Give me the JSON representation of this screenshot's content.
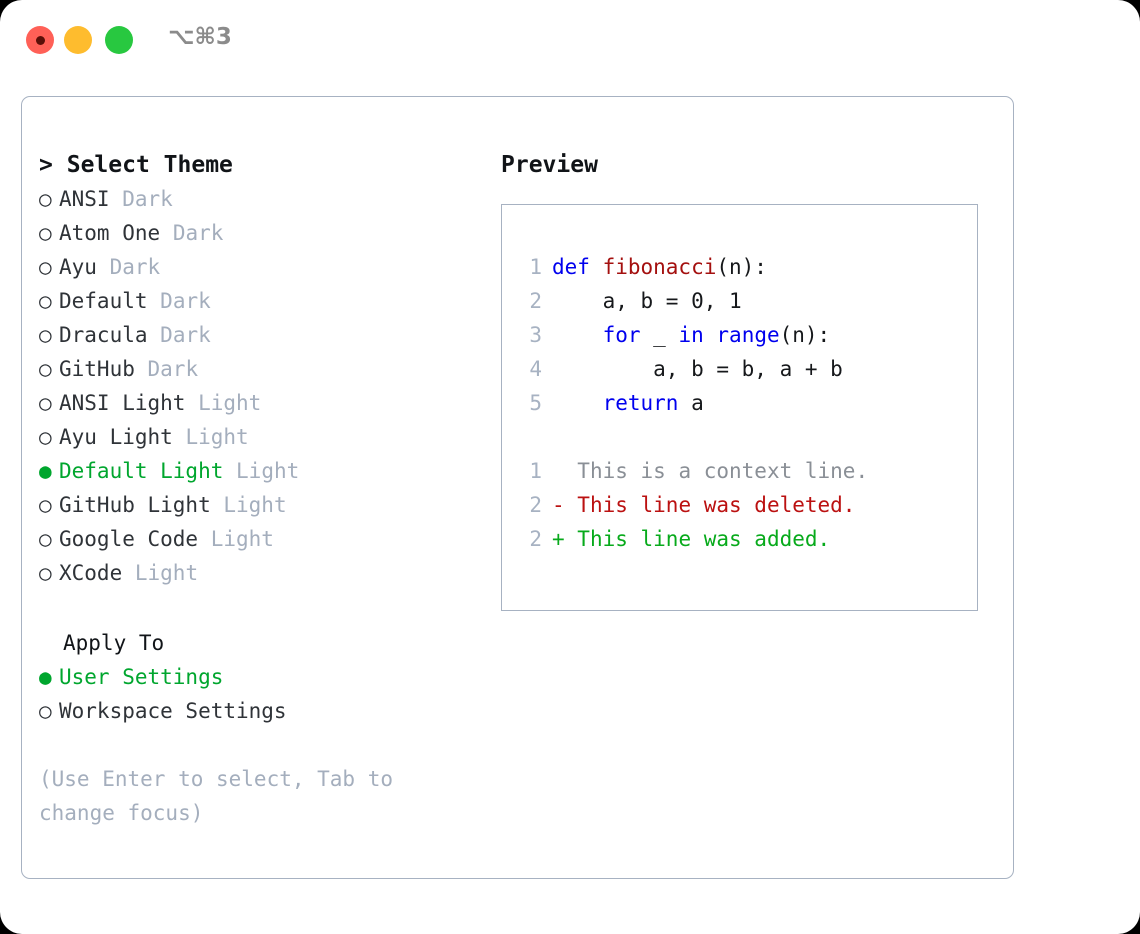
{
  "window": {
    "shortcut": "⌥⌘3",
    "traffic_lights": {
      "close_color": "#ff6057",
      "minimize_color": "#febc2e",
      "maximize_color": "#28c840"
    }
  },
  "colors": {
    "accent_green": "#00a62e",
    "muted": "#a4aebd",
    "text": "#2f3338",
    "keyword_blue": "#0000ee",
    "function_red": "#a4100f",
    "diff_delete": "#bb1111",
    "diff_add": "#07aa1b",
    "border": "#a7b2c2"
  },
  "theme_panel": {
    "heading_marker": ">",
    "heading": "Select Theme",
    "items": [
      {
        "bullet": "○",
        "label": "ANSI",
        "suffix": "Dark",
        "selected": false
      },
      {
        "bullet": "○",
        "label": "Atom One",
        "suffix": "Dark",
        "selected": false
      },
      {
        "bullet": "○",
        "label": "Ayu",
        "suffix": "Dark",
        "selected": false
      },
      {
        "bullet": "○",
        "label": "Default",
        "suffix": "Dark",
        "selected": false
      },
      {
        "bullet": "○",
        "label": "Dracula",
        "suffix": "Dark",
        "selected": false
      },
      {
        "bullet": "○",
        "label": "GitHub",
        "suffix": "Dark",
        "selected": false
      },
      {
        "bullet": "○",
        "label": "ANSI Light",
        "suffix": "Light",
        "selected": false
      },
      {
        "bullet": "○",
        "label": "Ayu Light",
        "suffix": "Light",
        "selected": false
      },
      {
        "bullet": "●",
        "label": "Default Light",
        "suffix": "Light",
        "selected": true
      },
      {
        "bullet": "○",
        "label": "GitHub Light",
        "suffix": "Light",
        "selected": false
      },
      {
        "bullet": "○",
        "label": "Google Code",
        "suffix": "Light",
        "selected": false
      },
      {
        "bullet": "○",
        "label": "XCode",
        "suffix": "Light",
        "selected": false
      }
    ]
  },
  "apply_to": {
    "heading": "Apply To",
    "items": [
      {
        "bullet": "●",
        "label": "User Settings",
        "selected": true
      },
      {
        "bullet": "○",
        "label": "Workspace Settings",
        "selected": false
      }
    ]
  },
  "hint": "(Use Enter to select, Tab to change focus)",
  "preview": {
    "title": "Preview",
    "code_lines": [
      {
        "number": "1",
        "tokens": [
          {
            "text": "def ",
            "type": "kw"
          },
          {
            "text": "fibonacci",
            "type": "fn"
          },
          {
            "text": "(n):",
            "type": "plain"
          }
        ]
      },
      {
        "number": "2",
        "tokens": [
          {
            "text": "    a, b = 0, 1",
            "type": "plain"
          }
        ]
      },
      {
        "number": "3",
        "tokens": [
          {
            "text": "    ",
            "type": "plain"
          },
          {
            "text": "for",
            "type": "kw"
          },
          {
            "text": " _ ",
            "type": "plain"
          },
          {
            "text": "in",
            "type": "kw"
          },
          {
            "text": " ",
            "type": "plain"
          },
          {
            "text": "range",
            "type": "kw"
          },
          {
            "text": "(n):",
            "type": "plain"
          }
        ]
      },
      {
        "number": "4",
        "tokens": [
          {
            "text": "        a, b = b, a + b",
            "type": "plain"
          }
        ]
      },
      {
        "number": "5",
        "tokens": [
          {
            "text": "    ",
            "type": "plain"
          },
          {
            "text": "return",
            "type": "kw"
          },
          {
            "text": " a",
            "type": "plain"
          }
        ]
      }
    ],
    "diff_lines": [
      {
        "number": "1",
        "sign": "  ",
        "text": "This is a context line.",
        "kind": "ctx"
      },
      {
        "number": "2",
        "sign": "- ",
        "text": "This line was deleted.",
        "kind": "del"
      },
      {
        "number": "2",
        "sign": "+ ",
        "text": "This line was added.",
        "kind": "add"
      }
    ]
  }
}
